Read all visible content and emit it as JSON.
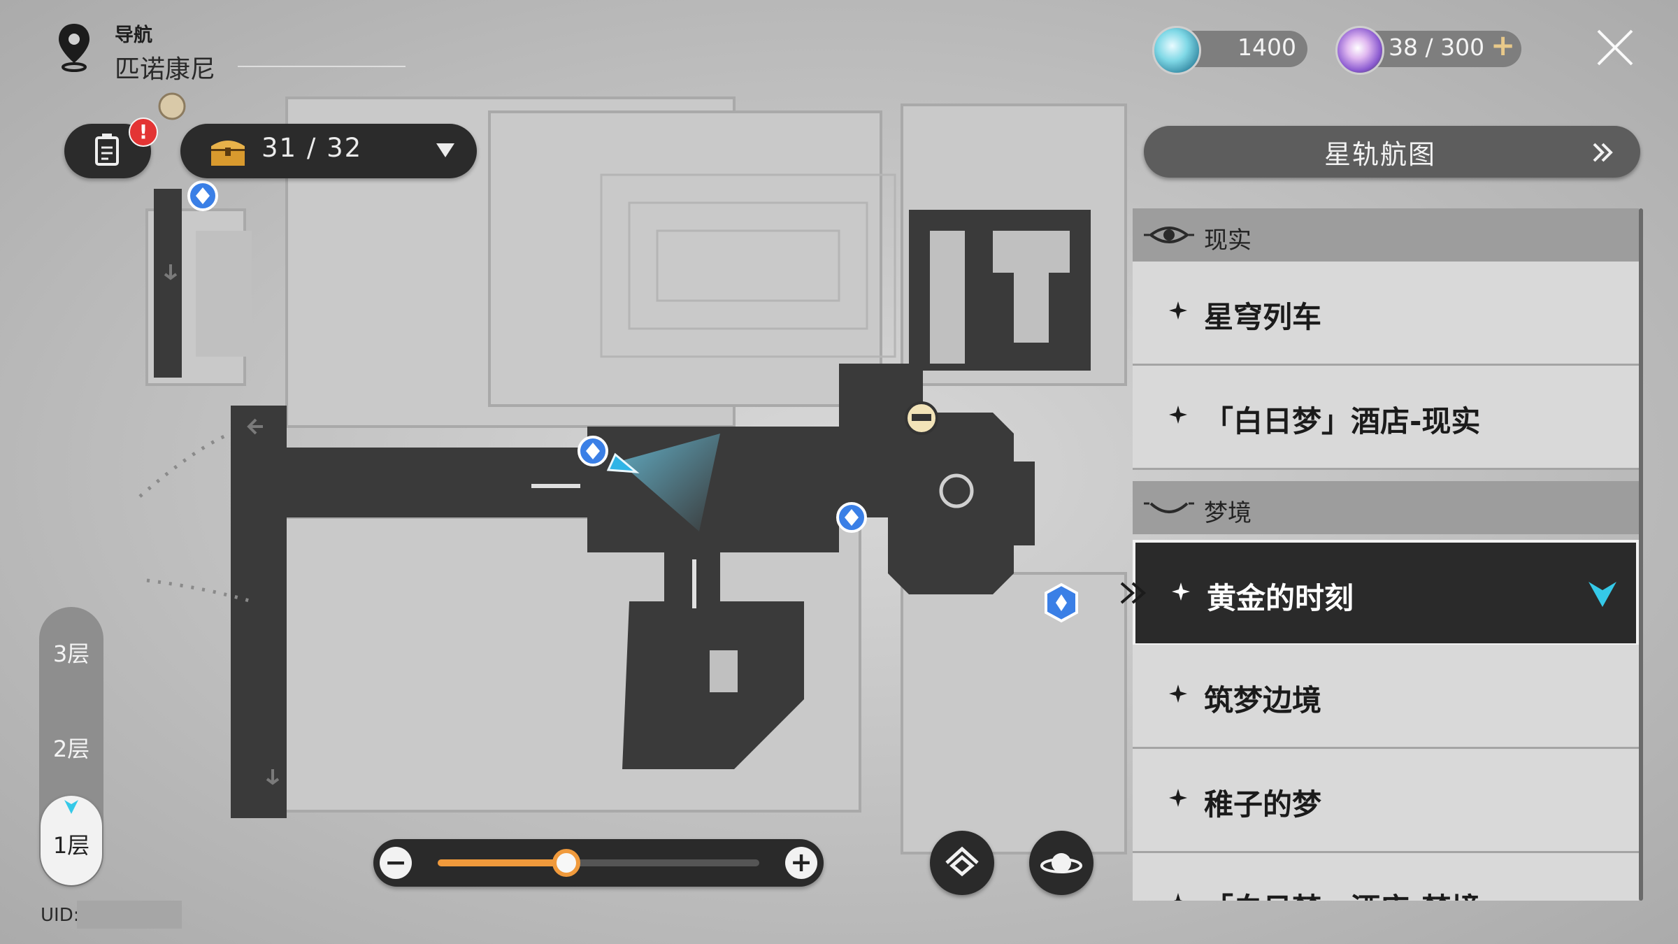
{
  "navigation": {
    "label": "导航",
    "location": "匹诺康尼"
  },
  "quest": {
    "badge": "!"
  },
  "chest": {
    "count": "31 / 32"
  },
  "currencies": {
    "stellar_jade": "1400",
    "trailblaze_power": "38 / 300",
    "add_symbol": "+"
  },
  "star_rail_map": {
    "label": "星轨航图"
  },
  "sections": [
    {
      "category": "现实",
      "items": [
        "星穹列车",
        "「白日梦」酒店-现实"
      ]
    },
    {
      "category": "梦境",
      "items": [
        "黄金的时刻",
        "筑梦边境",
        "稚子的梦",
        "「白日梦」酒店-梦境"
      ]
    }
  ],
  "selected_item": "黄金的时刻",
  "floors": [
    {
      "label": "3层",
      "active": false
    },
    {
      "label": "2层",
      "active": false
    },
    {
      "label": "1层",
      "active": true
    }
  ],
  "uid": {
    "label": "UID:"
  },
  "zoom": {
    "level": 0.4,
    "minus": "−",
    "plus": "+"
  },
  "colors": {
    "accent_orange": "#f09a3c",
    "selection_cyan": "#35c9e8",
    "waypoint_blue": "#3a7fe6",
    "badge_red": "#e33434"
  },
  "icons": {
    "nav": "location-pin-icon",
    "quest": "quest-log-icon",
    "chest": "treasure-chest-icon",
    "close": "close-x-icon",
    "home": "home-return-icon",
    "planet": "planet-icon",
    "space_anchor": "space-anchor-icon",
    "player": "player-arrow-icon"
  }
}
